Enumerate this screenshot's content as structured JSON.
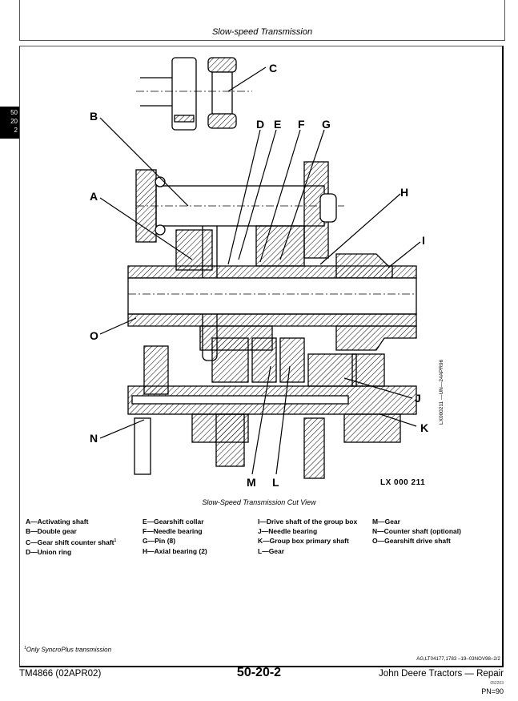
{
  "header": {
    "title": "Slow-speed Transmission"
  },
  "section_tab": {
    "lines": [
      "50",
      "20",
      "2"
    ]
  },
  "figure": {
    "callouts": [
      "A",
      "B",
      "C",
      "D",
      "E",
      "F",
      "G",
      "H",
      "I",
      "J",
      "K",
      "L",
      "M",
      "N",
      "O"
    ],
    "figure_id": "LX 000 211",
    "side_code": "LX000211  —UN—24APR96",
    "caption": "Slow-Speed Transmission Cut View"
  },
  "legend": {
    "col1": [
      "A—Activating shaft",
      "B—Double gear",
      "C—Gear shift counter shaft",
      "D—Union ring"
    ],
    "col1_footnote_marker": "1",
    "col2": [
      "E—Gearshift collar",
      "F—Needle bearing",
      "G—Pin (8)",
      "H—Axial bearing (2)"
    ],
    "col3": [
      "I—Drive shaft of the group box",
      "J—Needle bearing",
      "K—Group box primary shaft",
      "L—Gear"
    ],
    "col4": [
      "M—Gear",
      "N—Counter shaft (optional)",
      "O—Gearshift drive shaft"
    ]
  },
  "footnote": {
    "marker": "1",
    "text": "Only SyncroPlus transmission"
  },
  "ref_code": "AG,LT04177,1783   –19–03NOV98–2/2",
  "footer": {
    "doc_id": "TM4866 (02APR02)",
    "page_number": "50-20-2",
    "book_title": "John Deere Tractors — Repair",
    "small_code": "052203",
    "pn": "PN=90"
  }
}
